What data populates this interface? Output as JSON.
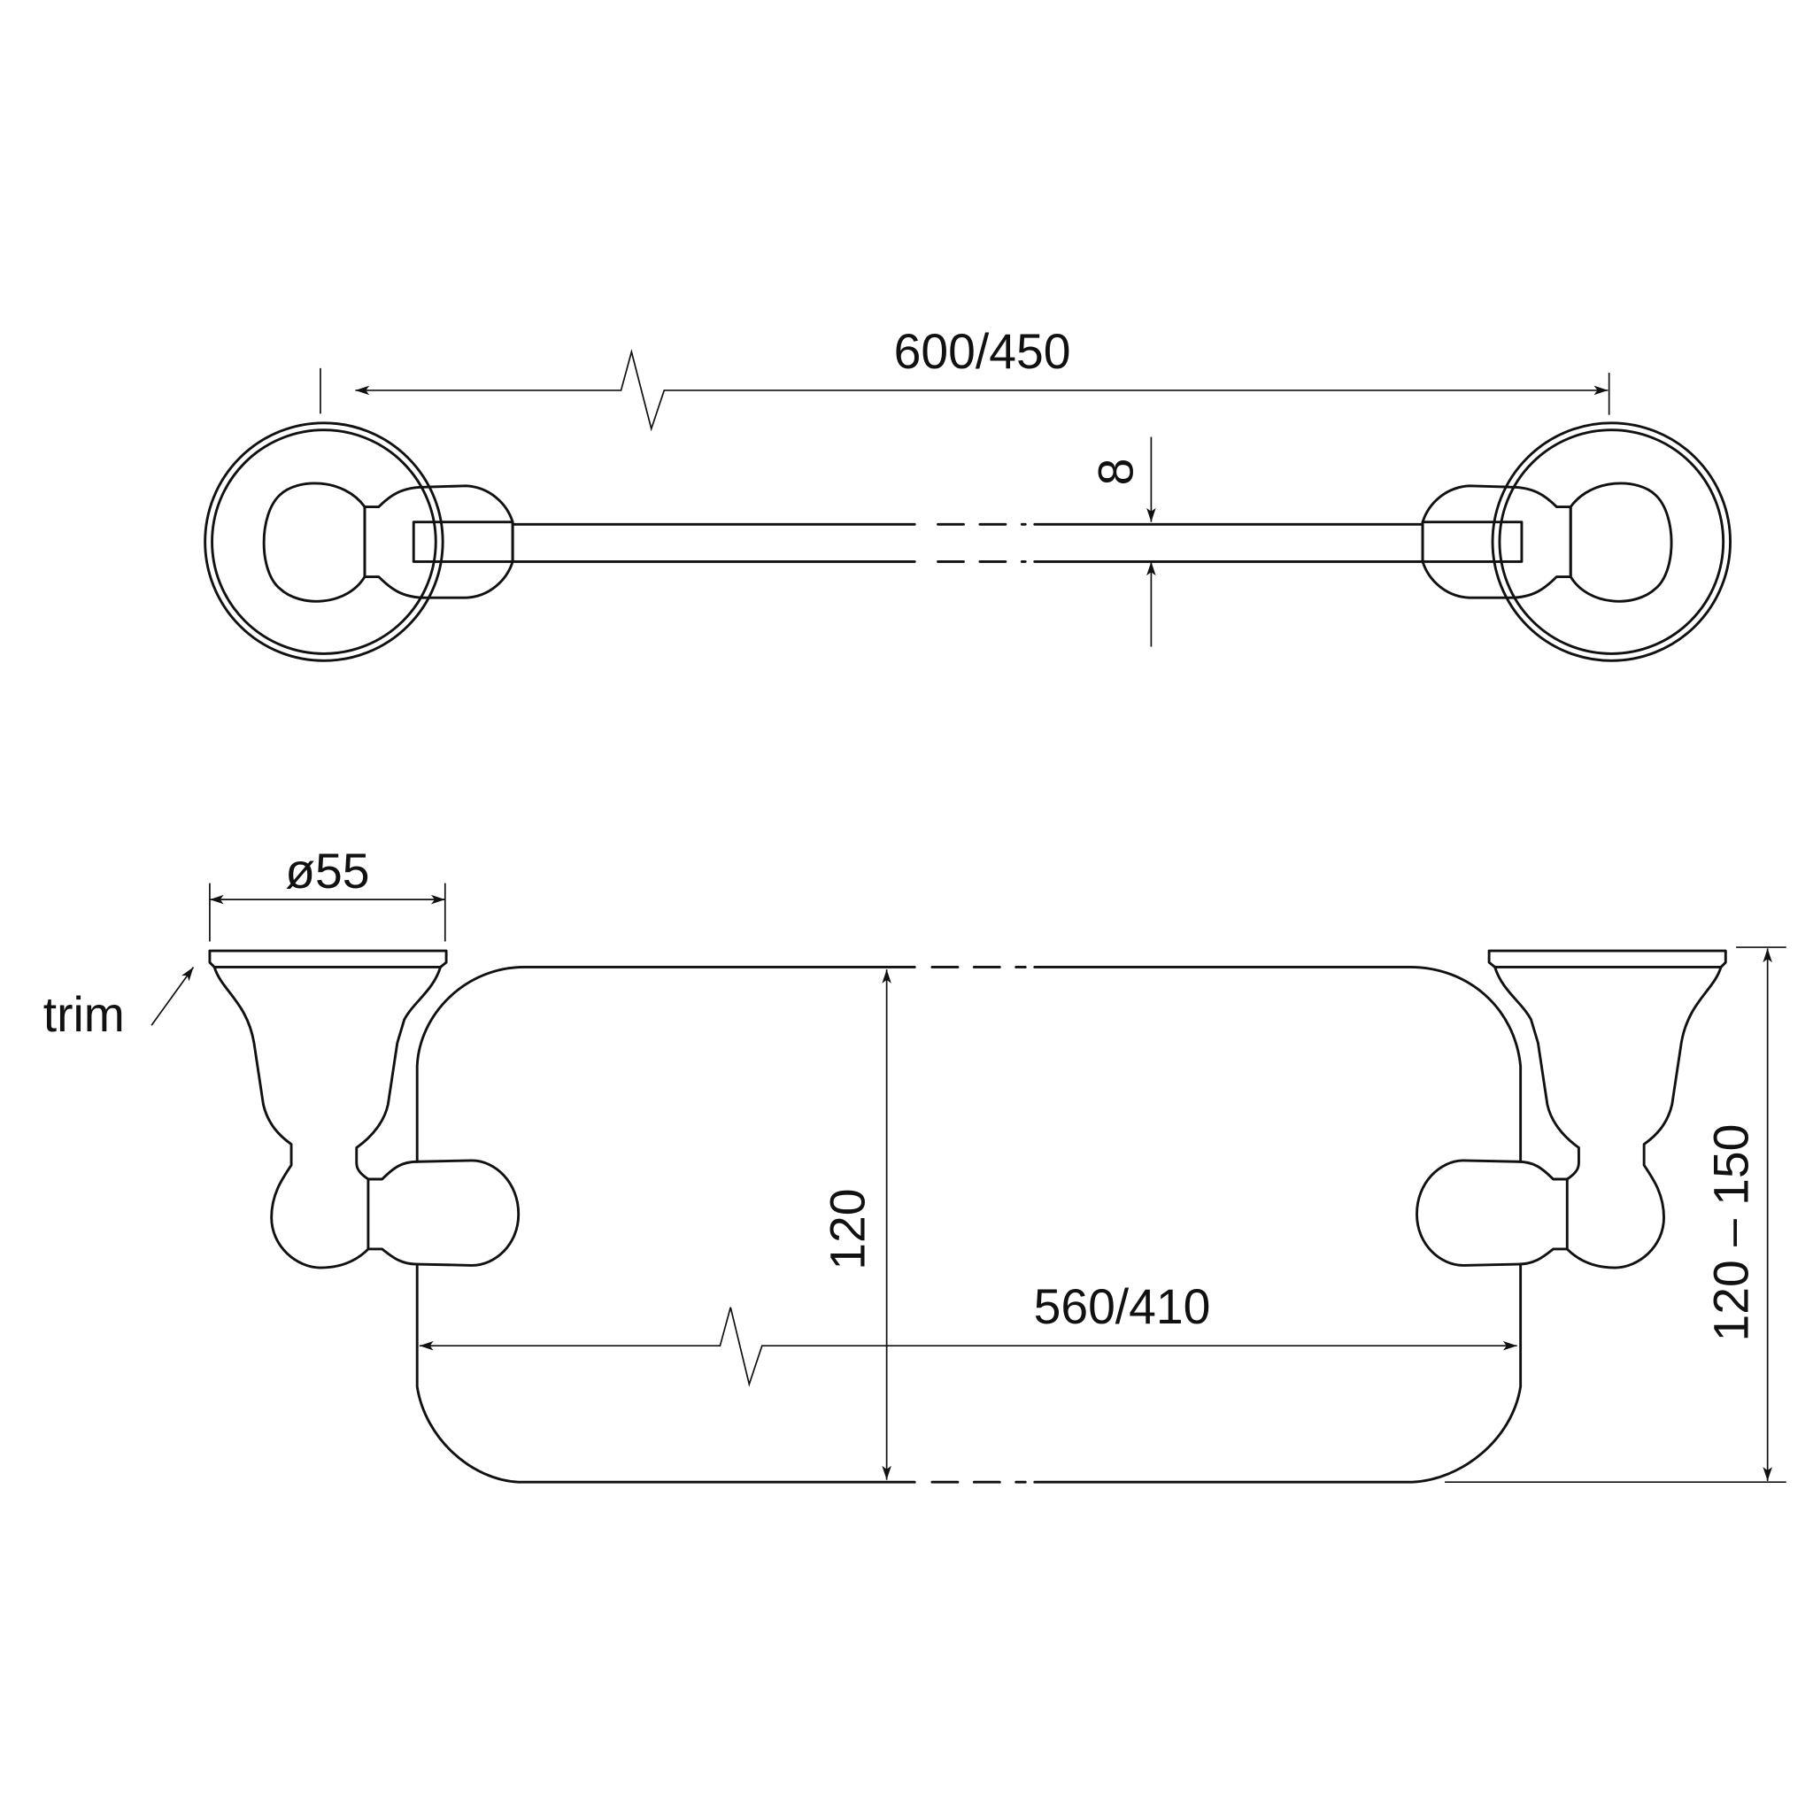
{
  "drawing": {
    "top_view": {
      "overall_length_label": "600/450",
      "bar_thickness_label": "8"
    },
    "front_view": {
      "base_diameter_label": "ø55",
      "trim_label": "trim",
      "bar_height_label": "120",
      "inner_length_label": "560/410",
      "projection_label": "120 – 150"
    },
    "line_color": "#111111",
    "background": "#ffffff"
  }
}
